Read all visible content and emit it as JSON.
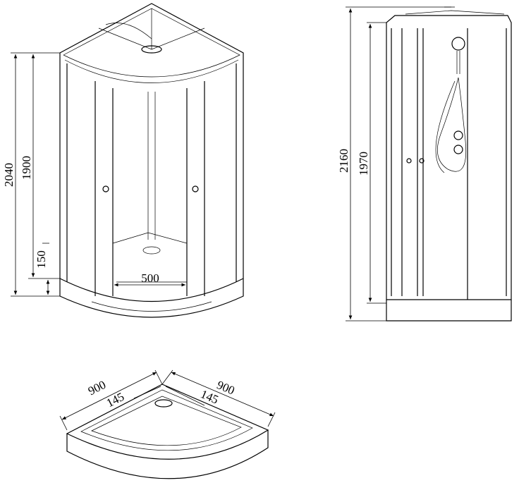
{
  "front_view": {
    "total_height": "2040",
    "door_height": "1900",
    "tray_height": "150",
    "door_opening": "500"
  },
  "side_view": {
    "total_height": "2160",
    "wall_height": "1970"
  },
  "tray_view": {
    "width_left": "900",
    "width_right": "900",
    "edge_left": "145",
    "edge_right": "145"
  }
}
